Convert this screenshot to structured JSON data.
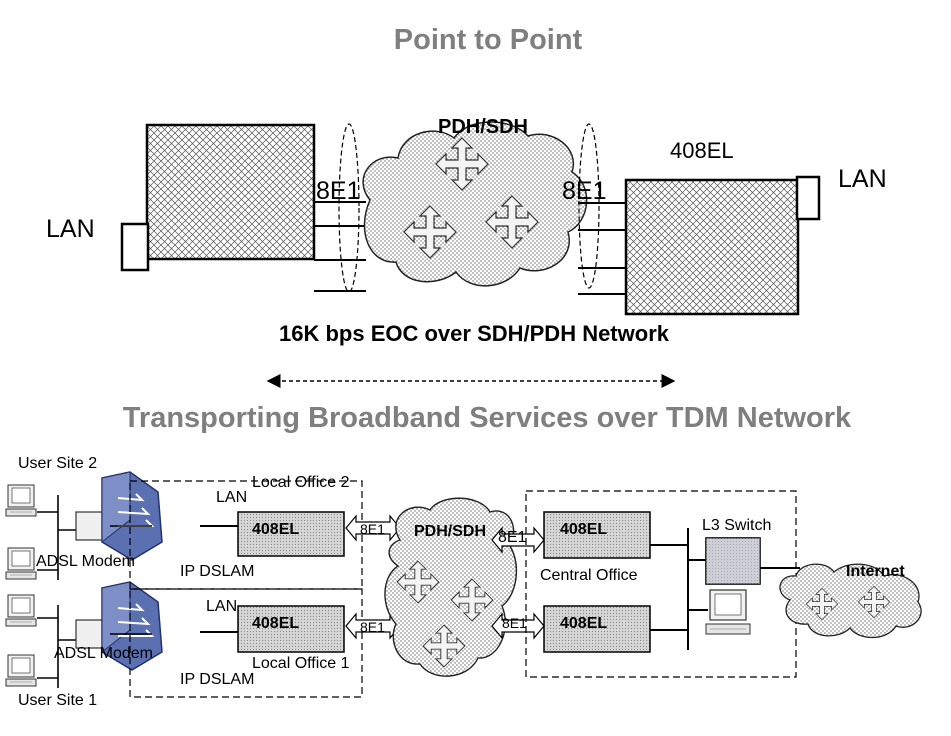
{
  "titles": {
    "top": "Point to Point",
    "bottom": "Transporting Broadband Services over TDM Network"
  },
  "top_diagram": {
    "left_lan": "LAN",
    "right_lan": "LAN",
    "left_link": "8E1",
    "right_link": "8E1",
    "cloud": "PDH/SDH",
    "right_device": "408EL",
    "eoc_caption": "16K bps EOC over SDH/PDH Network"
  },
  "bottom_diagram": {
    "user_site_2": "User Site 2",
    "user_site_1": "User Site 1",
    "adsl_modem_upper": "ADSL Modem",
    "adsl_modem_lower": "ADSL Modem",
    "ip_dslam_upper": "IP DSLAM",
    "ip_dslam_lower": "IP DSLAM",
    "lan_upper": "LAN",
    "lan_lower": "LAN",
    "local_office_2": "Local Office 2",
    "local_office_1": "Local Office 1",
    "device_lo2": "408EL",
    "device_lo1": "408EL",
    "device_co_upper": "408EL",
    "device_co_lower": "408EL",
    "e1_lo2": "8E1",
    "e1_lo1": "8E1",
    "e1_co_upper": "8E1",
    "e1_co_lower": "8E1",
    "cloud": "PDH/SDH",
    "central_office": "Central Office",
    "l3_switch": "L3 Switch",
    "internet": "Internet"
  },
  "colors": {
    "title_gray": "#7f7f7f",
    "hatch_fill": "#d9d9d9",
    "dslam_blue": "#5a70b0",
    "switch_fill": "#c8c8d8"
  },
  "icons": [
    "computer-icon",
    "network-cloud-icon",
    "router-arrows-icon",
    "dslam-icon",
    "switch-icon"
  ]
}
